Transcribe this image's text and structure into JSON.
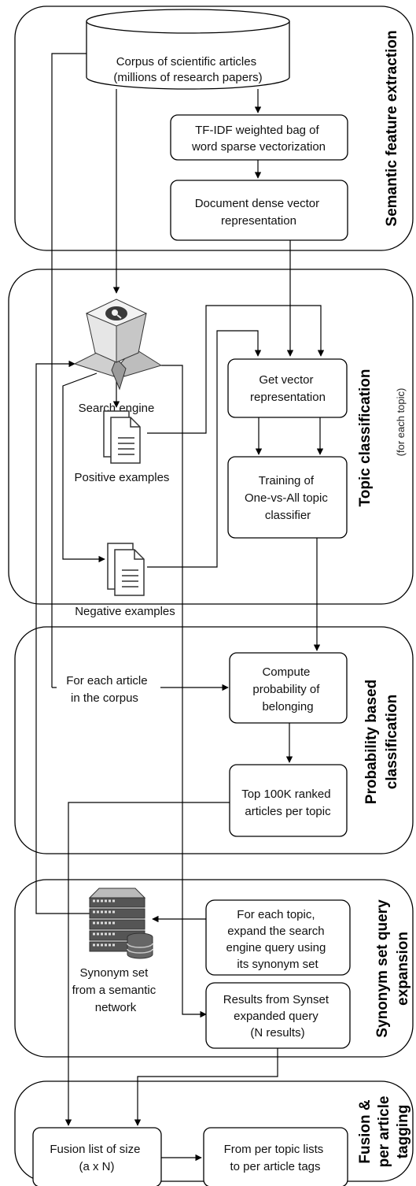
{
  "sections": {
    "semantic": "Semantic feature extraction",
    "topic": "Topic classification",
    "topic_note": "(for each topic)",
    "probability": [
      "Probability based",
      "classification"
    ],
    "synonym": [
      "Synonym set query",
      "expansion"
    ],
    "fusion": [
      "Fusion &",
      "per article",
      "tagging"
    ]
  },
  "nodes": {
    "corpus": [
      "Corpus of scientific articles",
      "(millions of research papers)"
    ],
    "tfidf": [
      "TF-IDF weighted bag of",
      "word sparse vectorization"
    ],
    "dense": [
      "Document dense vector",
      "representation"
    ],
    "search_engine": "Search engine",
    "positive": "Positive examples",
    "negative": "Negative examples",
    "get_vector": [
      "Get vector",
      "representation"
    ],
    "training": [
      "Training of",
      "One-vs-All topic",
      "classifier"
    ],
    "for_each_article": [
      "For each article",
      "in the corpus"
    ],
    "compute": [
      "Compute",
      "probability of",
      "belonging"
    ],
    "top100k": [
      "Top 100K ranked",
      "articles per topic"
    ],
    "for_each_topic": [
      "For each topic,",
      "expand the search",
      "engine query using",
      "its synonym set"
    ],
    "synonym_set": [
      "Synonym set",
      "from a semantic",
      "network"
    ],
    "results": [
      "Results from Synset",
      "expanded query",
      "(N results)"
    ],
    "fusion_list": [
      "Fusion list of size",
      "(a x N)"
    ],
    "per_article": [
      "From per topic lists",
      "to per article tags"
    ]
  }
}
